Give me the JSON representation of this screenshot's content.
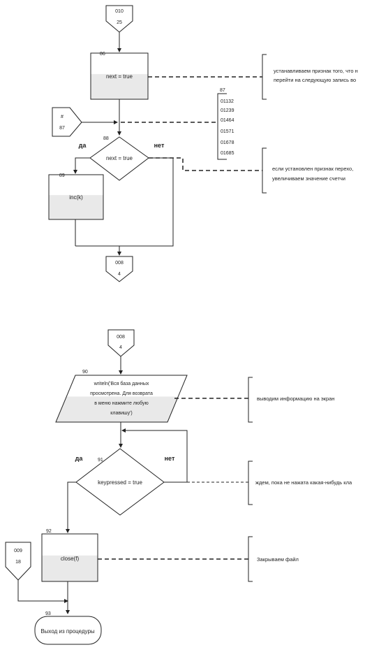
{
  "diagram": {
    "top": {
      "connector_in": {
        "line1": "010",
        "line2": "25"
      },
      "block_86": {
        "number": "86",
        "text": "next = true"
      },
      "comment_86": {
        "line1": "устанавливаем признак того, что н",
        "line2": "перейти на следующую запись во"
      },
      "connector_87": {
        "line1": "#",
        "line2": "87"
      },
      "table_87": {
        "number": "87",
        "values": [
          "01132",
          "01239",
          "01464",
          "01571",
          "01678",
          "01685"
        ]
      },
      "decision_88": {
        "number": "88",
        "text": "next = true",
        "yes": "да",
        "no": "нет"
      },
      "comment_88": {
        "line1": "если установлен признак перехо,",
        "line2": "увеличиваем значение счетчи"
      },
      "block_89": {
        "number": "89",
        "text": "inc(k)"
      },
      "connector_out": {
        "line1": "008",
        "line2": "4"
      }
    },
    "bottom": {
      "connector_in": {
        "line1": "008",
        "line2": "4"
      },
      "block_90": {
        "number": "90",
        "lines": [
          "writeln('Вся база данных",
          "просмотрена. Для возврата",
          "в меню нажмите любую",
          "клавишу')"
        ]
      },
      "comment_90": {
        "text": "выводим информацию на экран"
      },
      "decision_91": {
        "number": "91",
        "text": "keypressed = true",
        "yes": "да",
        "no": "нет"
      },
      "comment_91": {
        "text": "ждем, пока не нажата какая-нибудь кла"
      },
      "block_92": {
        "number": "92",
        "text": "close(f)"
      },
      "comment_92": {
        "text": "Закрываем файл"
      },
      "connector_009": {
        "line1": "009",
        "line2": "18"
      },
      "terminator_93": {
        "number": "93",
        "text": "Выход из процедуры"
      }
    }
  }
}
